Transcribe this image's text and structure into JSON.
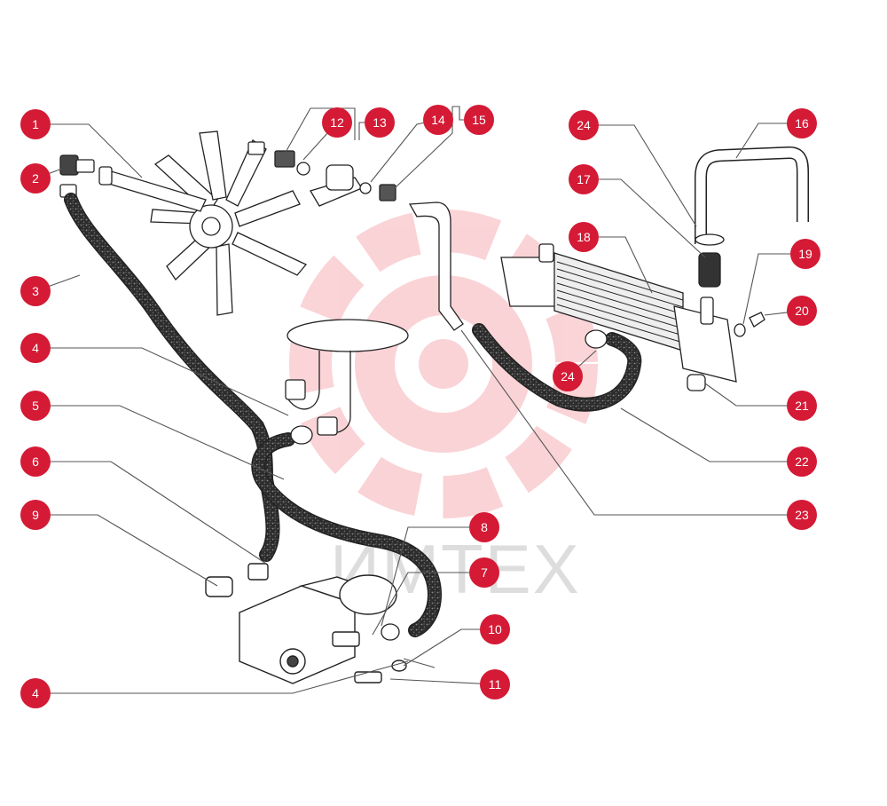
{
  "watermark": {
    "text": "ИМТЕХ",
    "color": "#f4a0a6"
  },
  "colors": {
    "badge": "#d41a35",
    "leader": "#555555",
    "line": "#222222",
    "hose": "#3a3a3a"
  },
  "callouts": [
    {
      "label": "1"
    },
    {
      "label": "2"
    },
    {
      "label": "3"
    },
    {
      "label": "4"
    },
    {
      "label": "5"
    },
    {
      "label": "6"
    },
    {
      "label": "9"
    },
    {
      "label": "4"
    },
    {
      "label": "12"
    },
    {
      "label": "13"
    },
    {
      "label": "14"
    },
    {
      "label": "15"
    },
    {
      "label": "24"
    },
    {
      "label": "16"
    },
    {
      "label": "17"
    },
    {
      "label": "18"
    },
    {
      "label": "19"
    },
    {
      "label": "20"
    },
    {
      "label": "24"
    },
    {
      "label": "21"
    },
    {
      "label": "22"
    },
    {
      "label": "23"
    },
    {
      "label": "8"
    },
    {
      "label": "7"
    },
    {
      "label": "10"
    },
    {
      "label": "11"
    }
  ]
}
